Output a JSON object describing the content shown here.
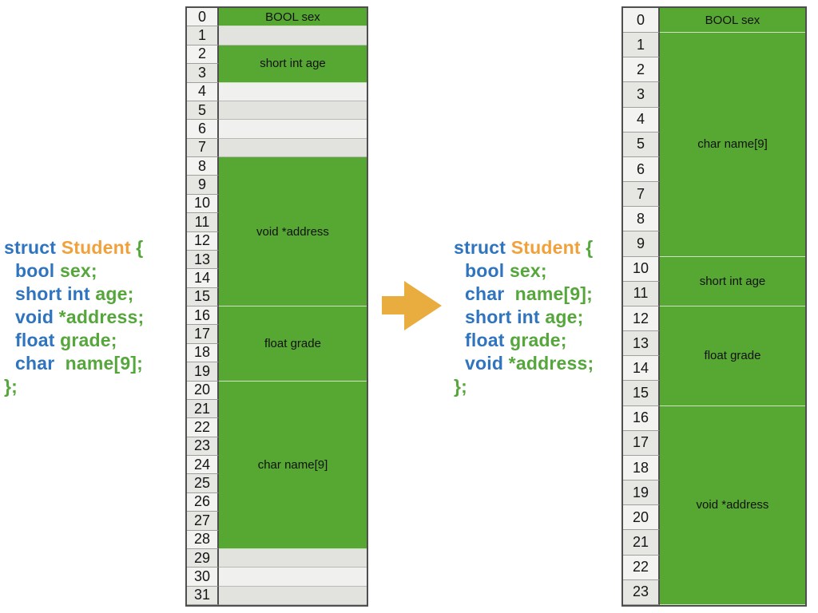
{
  "title": "struct Student memory layout: original vs reordered fields",
  "colors": {
    "cell_green": "#57a733",
    "code_blue": "#2f74be",
    "code_orange": "#f1a13c",
    "code_green": "#55a63b",
    "arrow": "#e9ad3f"
  },
  "code_original": {
    "lines": [
      {
        "indent": false,
        "tokens": [
          {
            "t": "struct ",
            "c": "blue"
          },
          {
            "t": "Student ",
            "c": "orange"
          },
          {
            "t": "{",
            "c": "green"
          }
        ]
      },
      {
        "indent": true,
        "tokens": [
          {
            "t": "bool ",
            "c": "blue"
          },
          {
            "t": "sex;",
            "c": "green"
          }
        ]
      },
      {
        "indent": true,
        "tokens": [
          {
            "t": "short int ",
            "c": "blue"
          },
          {
            "t": "age;",
            "c": "green"
          }
        ]
      },
      {
        "indent": true,
        "tokens": [
          {
            "t": "void ",
            "c": "blue"
          },
          {
            "t": "*address;",
            "c": "green"
          }
        ]
      },
      {
        "indent": true,
        "tokens": [
          {
            "t": "float ",
            "c": "blue"
          },
          {
            "t": "grade;",
            "c": "green"
          }
        ]
      },
      {
        "indent": true,
        "tokens": [
          {
            "t": "char  ",
            "c": "blue"
          },
          {
            "t": "name[9];",
            "c": "green"
          }
        ]
      },
      {
        "indent": false,
        "tokens": [
          {
            "t": "};",
            "c": "green"
          }
        ]
      }
    ]
  },
  "code_optimized": {
    "lines": [
      {
        "indent": false,
        "tokens": [
          {
            "t": "struct ",
            "c": "blue"
          },
          {
            "t": "Student ",
            "c": "orange"
          },
          {
            "t": "{",
            "c": "green"
          }
        ]
      },
      {
        "indent": true,
        "tokens": [
          {
            "t": "bool ",
            "c": "blue"
          },
          {
            "t": "sex;",
            "c": "green"
          }
        ]
      },
      {
        "indent": true,
        "tokens": [
          {
            "t": "char  ",
            "c": "blue"
          },
          {
            "t": "name[9];",
            "c": "green"
          }
        ]
      },
      {
        "indent": true,
        "tokens": [
          {
            "t": "short int ",
            "c": "blue"
          },
          {
            "t": "age;",
            "c": "green"
          }
        ]
      },
      {
        "indent": true,
        "tokens": [
          {
            "t": "float ",
            "c": "blue"
          },
          {
            "t": "grade;",
            "c": "green"
          }
        ]
      },
      {
        "indent": true,
        "tokens": [
          {
            "t": "void ",
            "c": "blue"
          },
          {
            "t": "*address;",
            "c": "green"
          }
        ]
      },
      {
        "indent": false,
        "tokens": [
          {
            "t": "};",
            "c": "green"
          }
        ]
      }
    ]
  },
  "memory_original": {
    "byte_count": 32,
    "segments": [
      {
        "label": "BOOL sex",
        "start": 0,
        "end": 0,
        "kind": "field"
      },
      {
        "label": "",
        "start": 1,
        "end": 1,
        "kind": "padding"
      },
      {
        "label": "short int age",
        "start": 2,
        "end": 3,
        "kind": "field"
      },
      {
        "label": "",
        "start": 4,
        "end": 7,
        "kind": "padding"
      },
      {
        "label": "void *address",
        "start": 8,
        "end": 15,
        "kind": "field"
      },
      {
        "label": "float grade",
        "start": 16,
        "end": 19,
        "kind": "field"
      },
      {
        "label": "char name[9]",
        "start": 20,
        "end": 28,
        "kind": "field"
      },
      {
        "label": "",
        "start": 29,
        "end": 31,
        "kind": "padding"
      }
    ]
  },
  "memory_optimized": {
    "byte_count": 24,
    "segments": [
      {
        "label": "BOOL sex",
        "start": 0,
        "end": 0,
        "kind": "field"
      },
      {
        "label": "char name[9]",
        "start": 1,
        "end": 9,
        "kind": "field"
      },
      {
        "label": "short int age",
        "start": 10,
        "end": 11,
        "kind": "field"
      },
      {
        "label": "float grade",
        "start": 12,
        "end": 15,
        "kind": "field"
      },
      {
        "label": "void *address",
        "start": 16,
        "end": 23,
        "kind": "field"
      }
    ]
  }
}
